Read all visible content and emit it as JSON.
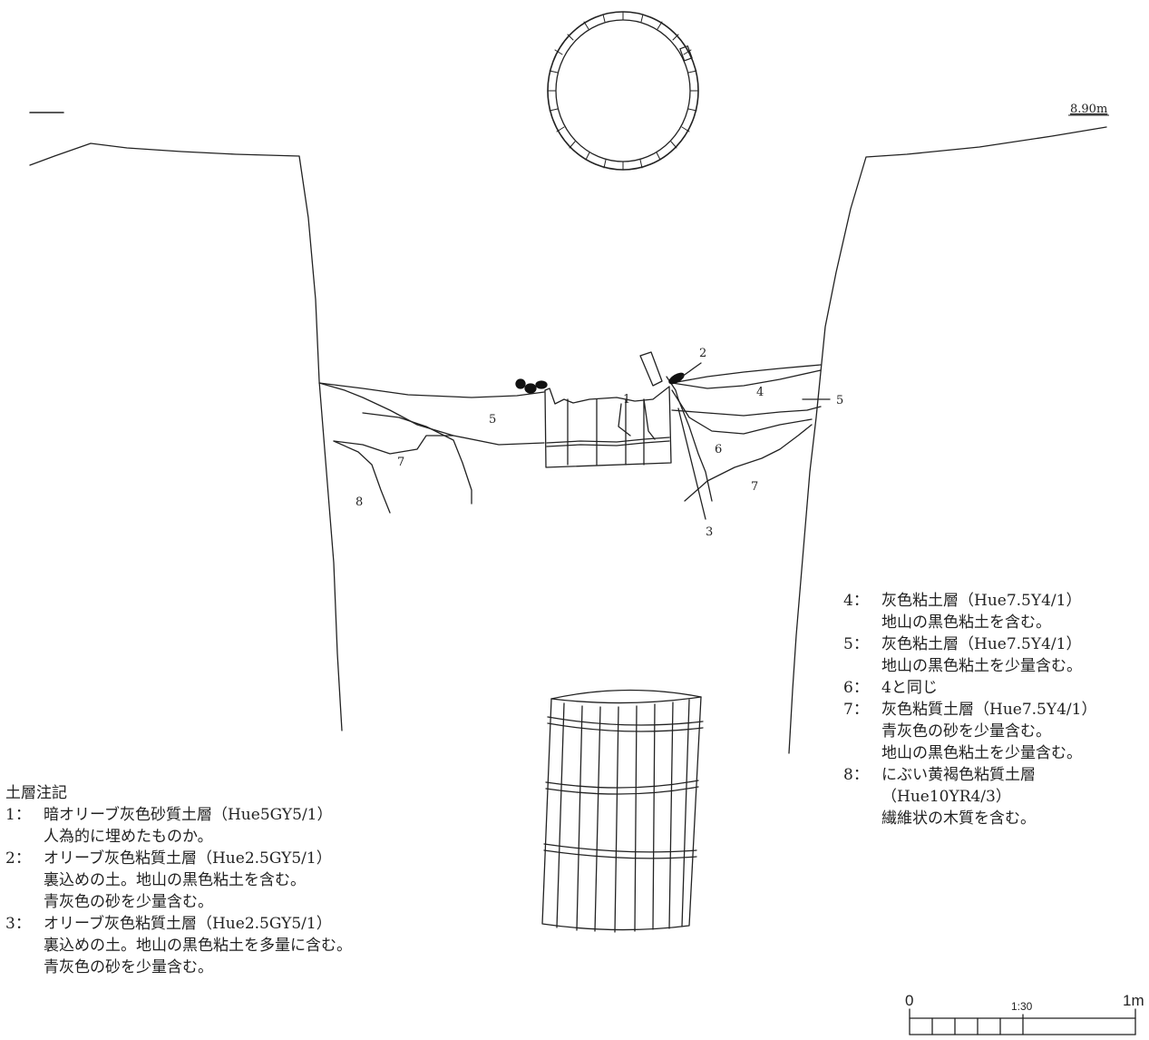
{
  "elevation": "8.90m",
  "layer_labels": [
    "1",
    "2",
    "3",
    "4",
    "5",
    "5",
    "6",
    "7",
    "7",
    "8"
  ],
  "scale": {
    "ratio": "1:30",
    "start": "0",
    "end": "1m"
  },
  "notes_left": {
    "title": "土層注記",
    "items": [
      {
        "num": "1：",
        "line1": "暗オリーブ灰色砂質土層（Hue5GY5/1）",
        "lines": [
          "人為的に埋めたものか。"
        ]
      },
      {
        "num": "2：",
        "line1": "オリーブ灰色粘質土層（Hue2.5GY5/1）",
        "lines": [
          "裏込めの土。地山の黒色粘土を含む。",
          "青灰色の砂を少量含む。"
        ]
      },
      {
        "num": "3：",
        "line1": "オリーブ灰色粘質土層（Hue2.5GY5/1）",
        "lines": [
          "裏込めの土。地山の黒色粘土を多量に含む。",
          "青灰色の砂を少量含む。"
        ]
      }
    ]
  },
  "notes_right": {
    "items": [
      {
        "num": "4：",
        "line1": "灰色粘土層（Hue7.5Y4/1）",
        "lines": [
          "地山の黒色粘土を含む。"
        ]
      },
      {
        "num": "5：",
        "line1": "灰色粘土層（Hue7.5Y4/1）",
        "lines": [
          "地山の黒色粘土を少量含む。"
        ]
      },
      {
        "num": "6：",
        "line1": "4と同じ",
        "lines": []
      },
      {
        "num": "7：",
        "line1": "灰色粘質土層（Hue7.5Y4/1）",
        "lines": [
          "青灰色の砂を少量含む。",
          "地山の黒色粘土を少量含む。"
        ]
      },
      {
        "num": "8：",
        "line1": "にぶい黄褐色粘質土層",
        "lines": [
          "（Hue10YR4/3）",
          "繊維状の木質を含む。"
        ]
      }
    ]
  }
}
